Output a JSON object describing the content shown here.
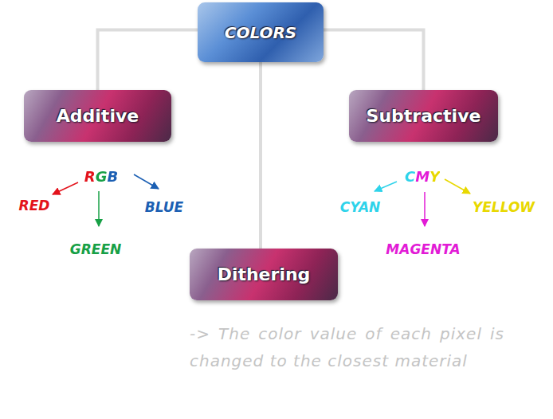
{
  "diagram": {
    "nodes": [
      {
        "text": [
          "COLORS"
        ]
      },
      {
        "text": [
          "Additive"
        ]
      },
      {
        "text": [
          "Subtractive"
        ]
      },
      {
        "text": [
          "Dithering"
        ]
      }
    ],
    "edges": [
      {
        "from": 0,
        "to": 1,
        "arrow": "none"
      },
      {
        "from": 0,
        "to": 2,
        "arrow": "none"
      },
      {
        "from": 0,
        "to": 3,
        "arrow": "none"
      }
    ],
    "labels": [
      "RGB",
      "RED",
      "BLUE",
      "GREEN",
      "CMY",
      "CYAN",
      "YELLOW",
      "MAGENTA",
      "-> The color value of each pixel is changed to the closest material"
    ]
  }
}
